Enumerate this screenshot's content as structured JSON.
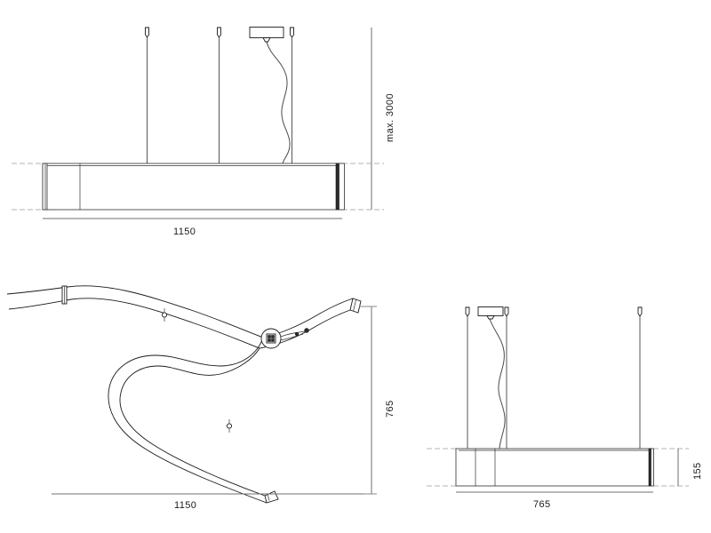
{
  "drawing": {
    "title": "Pendant luminaire dimensional drawing",
    "units": "mm",
    "line_color": "#1a1a1a",
    "dim_line_color": "#7a7a7a",
    "hidden_line_color": "#9a9a9a"
  },
  "views": {
    "front_elevation": {
      "name": "front-elevation-view",
      "dimensions": {
        "length": "1150",
        "suspension_height": "max. 3000"
      },
      "suspension_wire_count": 3,
      "canopy_present": true
    },
    "plan_view": {
      "name": "plan-view",
      "dimensions": {
        "length": "1150",
        "depth": "765"
      },
      "suspension_point_count": 2,
      "connector_present": true
    },
    "side_elevation": {
      "name": "side-elevation-view",
      "dimensions": {
        "width": "765",
        "height": "155",
        "suspension_height": ""
      },
      "suspension_wire_count": 2,
      "canopy_present": true
    }
  },
  "labels": {
    "front_length": "1150",
    "front_height": "max. 3000",
    "plan_length": "1150",
    "plan_depth": "765",
    "side_width": "765",
    "side_height": "155"
  }
}
